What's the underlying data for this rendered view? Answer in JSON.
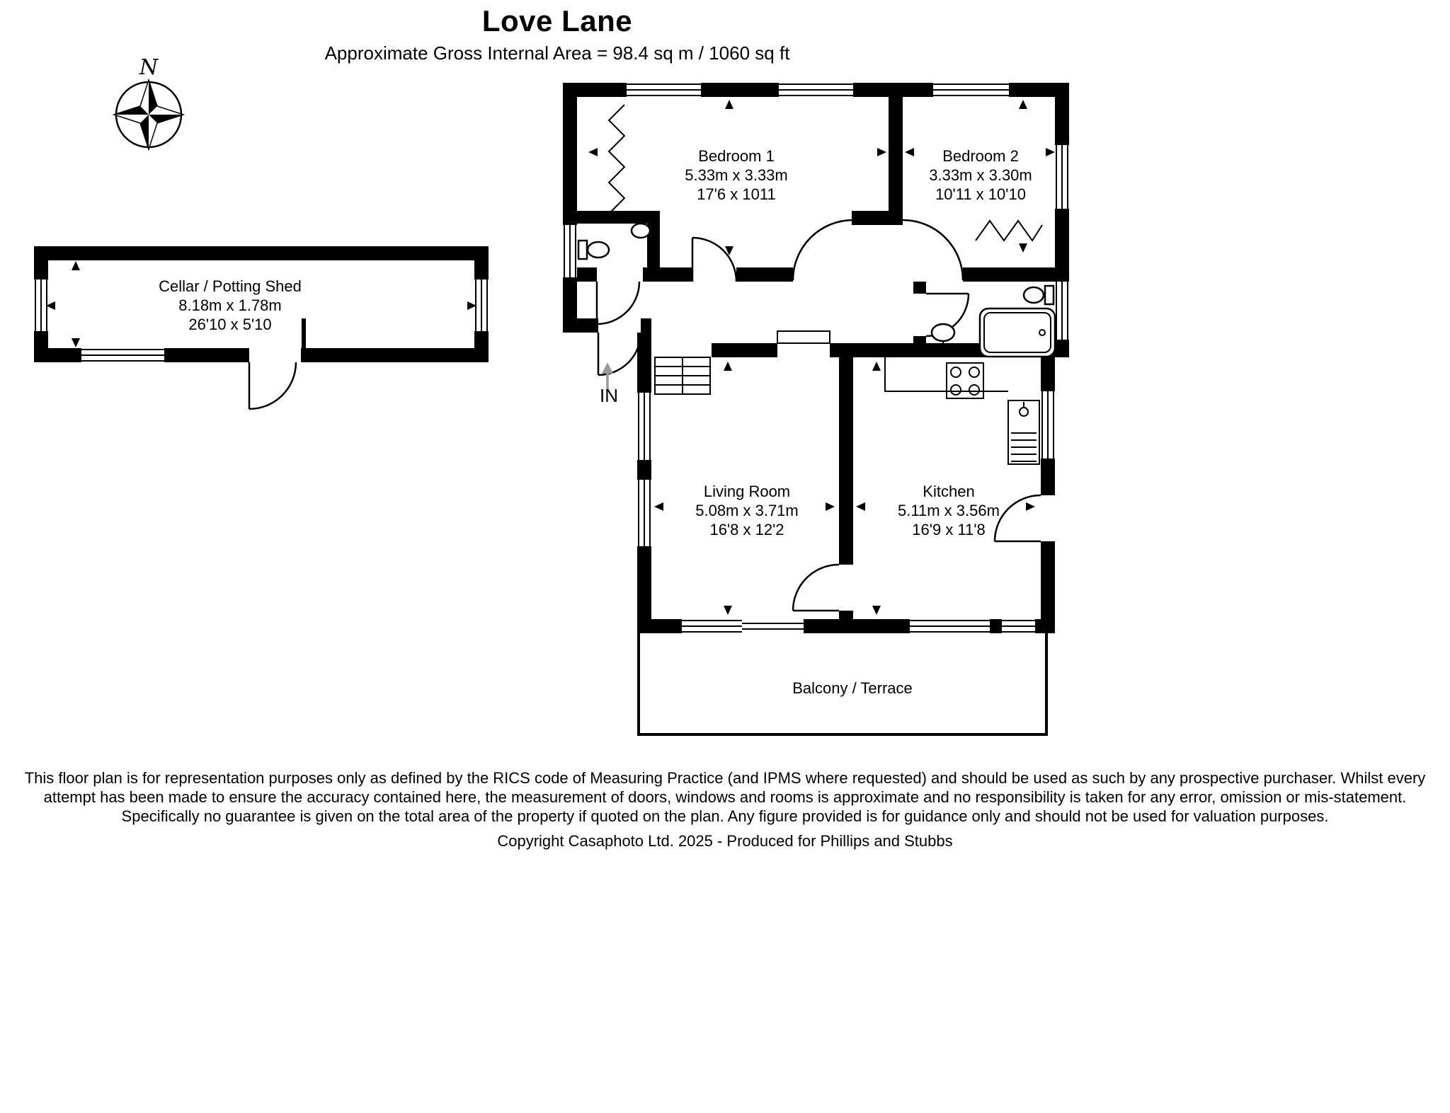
{
  "header": {
    "title": "Love Lane",
    "subtitle": "Approximate Gross Internal Area = 98.4 sq m / 1060 sq ft"
  },
  "compass": {
    "label": "N"
  },
  "entrance": {
    "label": "IN"
  },
  "rooms": {
    "cellar": {
      "name": "Cellar / Potting Shed",
      "metric": "8.18m x 1.78m",
      "imperial": "26'10 x 5'10"
    },
    "bedroom1": {
      "name": "Bedroom 1",
      "metric": "5.33m x 3.33m",
      "imperial": "17'6 x 1011"
    },
    "bedroom2": {
      "name": "Bedroom 2",
      "metric": "3.33m x 3.30m",
      "imperial": "10'11 x 10'10"
    },
    "living_room": {
      "name": "Living Room",
      "metric": "5.08m x 3.71m",
      "imperial": "16'8 x 12'2"
    },
    "kitchen": {
      "name": "Kitchen",
      "metric": "5.11m x 3.56m",
      "imperial": "16'9 x 11'8"
    },
    "balcony": {
      "name": "Balcony / Terrace"
    }
  },
  "footer": {
    "disclaimer": "This floor plan is for representation purposes only as defined by the RICS code of Measuring Practice (and IPMS where requested) and should be used as such by any prospective purchaser. Whilst every attempt has been made to ensure the accuracy contained here, the measurement of doors, windows and rooms is approximate and no responsibility is taken for any error, omission or mis-statement. Specifically no guarantee is given on the total area of the property if quoted on the plan. Any figure provided is for guidance only and should not be used for valuation purposes.",
    "copyright": "Copyright Casaphoto Ltd. 2025 - Produced for Phillips and Stubbs"
  },
  "colors": {
    "wall": "#000000",
    "background": "#ffffff"
  }
}
